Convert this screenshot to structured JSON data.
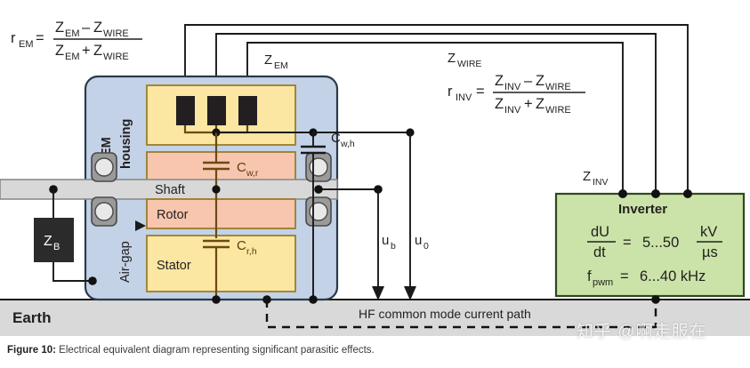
{
  "figure": {
    "caption_prefix": "Figure 10:",
    "caption_text": "Electrical equivalent diagram representing significant parasitic effects.",
    "watermark": "知乎 @啊走服在"
  },
  "formulas": {
    "r_em": {
      "lhs": "r",
      "lhs_sub": "EM",
      "eq": "=",
      "num_a": "Z",
      "num_a_sub": "EM",
      "num_op": "–",
      "num_b": "Z",
      "num_b_sub": "WIRE",
      "den_a": "Z",
      "den_a_sub": "EM",
      "den_op": "+",
      "den_b": "Z",
      "den_b_sub": "WIRE"
    },
    "r_inv": {
      "lhs": "r",
      "lhs_sub": "INV",
      "eq": "=",
      "num_a": "Z",
      "num_a_sub": "INV",
      "num_op": "–",
      "num_b": "Z",
      "num_b_sub": "WIRE",
      "den_a": "Z",
      "den_a_sub": "INV",
      "den_op": "+",
      "den_b": "Z",
      "den_b_sub": "WIRE"
    }
  },
  "impedance_labels": {
    "z_em": {
      "base": "Z",
      "sub": "EM"
    },
    "z_wire": {
      "base": "Z",
      "sub": "WIRE"
    },
    "z_inv": {
      "base": "Z",
      "sub": "INV"
    },
    "z_b": {
      "base": "Z",
      "sub": "B"
    }
  },
  "machine": {
    "housing_label_line1": "EM",
    "housing_label_line2": "housing",
    "shaft_label": "Shaft",
    "rotor_label": "Rotor",
    "stator_label": "Stator",
    "air_gap_label": "Air-gap",
    "winding_count": 3
  },
  "capacitors": [
    {
      "name": "c_w_h",
      "base": "C",
      "sub": "w,h"
    },
    {
      "name": "c_w_r",
      "base": "C",
      "sub": "w,r"
    },
    {
      "name": "c_r_h",
      "base": "C",
      "sub": "r,h"
    }
  ],
  "voltages": [
    {
      "name": "u_b",
      "base": "u",
      "sub": "b"
    },
    {
      "name": "u_0",
      "base": "u",
      "sub": "0"
    }
  ],
  "inverter": {
    "title": "Inverter",
    "dudt_num": "dU",
    "dudt_den": "dt",
    "dudt_eq": "=",
    "dudt_value": "5...50",
    "dudt_unit_num": "kV",
    "dudt_unit_den": "µs",
    "fpwm_base": "f",
    "fpwm_sub": "pwm",
    "fpwm_eq": "=",
    "fpwm_value": "6...40 kHz"
  },
  "earth": {
    "label": "Earth",
    "hf_path_label": "HF common mode current path"
  },
  "colors": {
    "housing_fill": "#c3d2e6",
    "housing_stroke": "#2b3a4a",
    "winding_fill": "#fbe6a2",
    "winding_stroke": "#9b7d2a",
    "rotor_fill": "#f8c6ae",
    "rotor_stroke": "#9b7d2a",
    "stator_fill": "#fbe6a2",
    "stator_stroke": "#9b7d2a",
    "shaft_fill": "#d8d8d8",
    "shaft_stroke": "#8a8a8a",
    "inverter_fill": "#cbe3a8",
    "inverter_stroke": "#2e4a1e",
    "earth_fill": "#d9d9d9",
    "zb_fill": "#2b2b2b",
    "winding_block_fill": "#231f20",
    "bearing_fill": "#9a9a9a",
    "bearing_ball": "#e8e8e8"
  }
}
